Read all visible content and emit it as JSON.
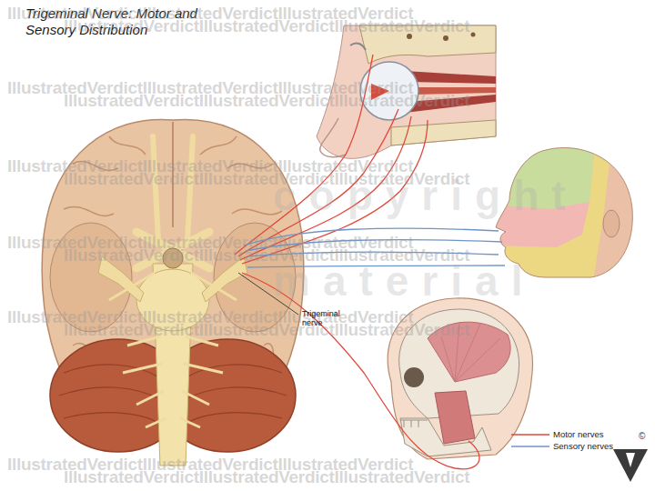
{
  "diagram": {
    "title": "Trigeminal Nerve: Motor and Sensory Distribution",
    "labels": [
      "IllustratedVerdictIllustratedVerdictIllustratedVerdict",
      "IllustratedVerdictIllustratedVerdictIllustratedVerdict",
      "IllustratedVerdictIllustratedVerdictIllustratedVerdict",
      "IllustratedVerdictIllustratedVerdictIllustratedVerdict",
      "IllustratedVerdictIllustratedVerdictIllustratedVerdict",
      "IllustratedVerdictIllustratedVerdictIllustratedVerdict",
      "IllustratedVerdictIllustratedVerdictIllustratedVerdict",
      "IllustratedVerdictIllustratedVerdictIllustratedVerdict",
      "IllustratedVerdictIllustratedVerdictIllustratedVerdict",
      "IllustratedVerdictIllustratedVerdictIllustratedVerdict",
      "IllustratedVerdictIllustratedVerdictIllustratedVerdict",
      "IllustratedVerdictIllustratedVerdictIllustratedVerdict",
      "copyright",
      "material",
      "Trigeminal nerve",
      "©"
    ],
    "legend": [
      {
        "text": "Motor nerves"
      },
      {
        "text": "Sensory nerves"
      }
    ]
  }
}
